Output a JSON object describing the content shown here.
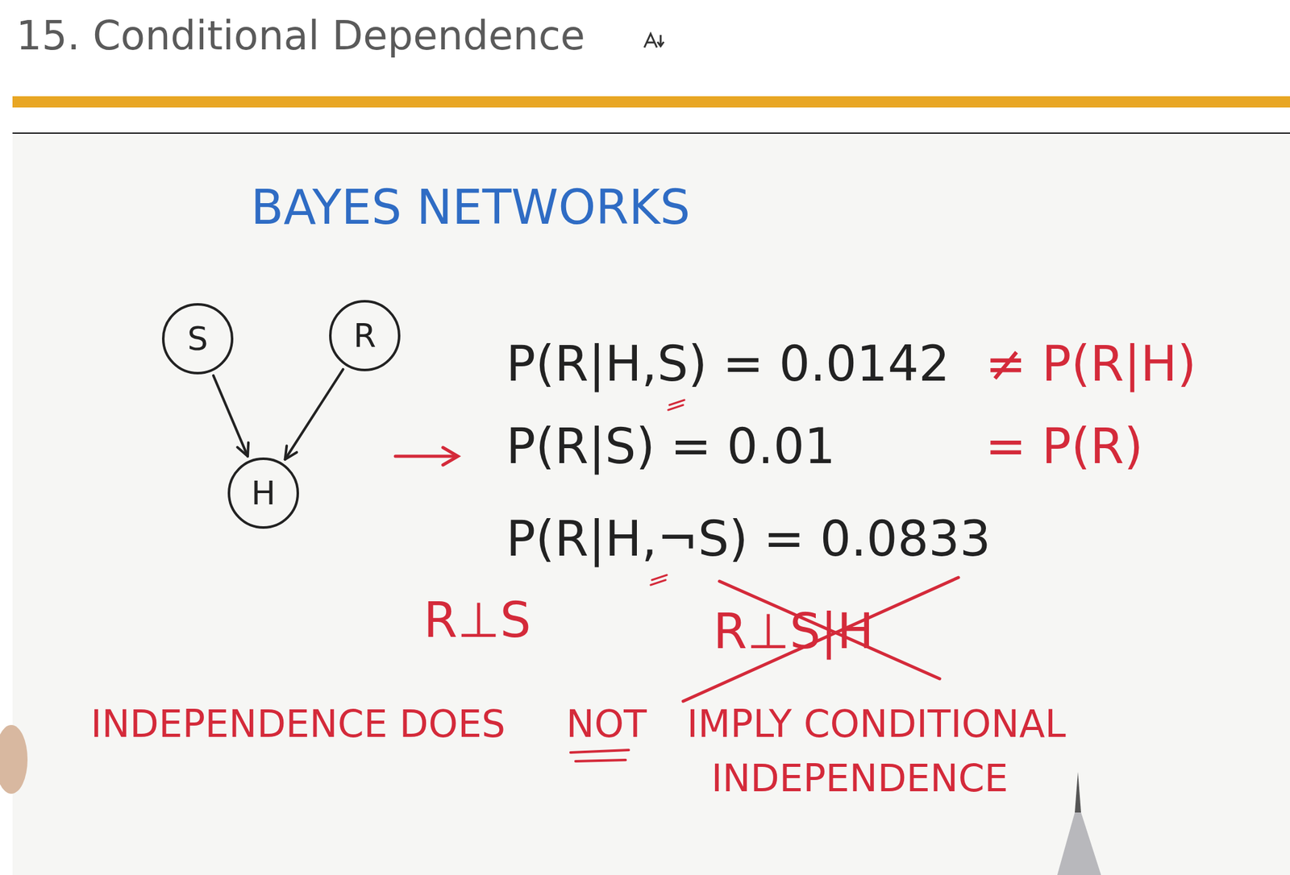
{
  "diagram": {
    "title": "15. Conditional Dependence",
    "nodes": [
      {
        "text": [
          "S"
        ]
      },
      {
        "text": [
          "R"
        ]
      },
      {
        "text": [
          "H"
        ]
      }
    ],
    "edges": [
      {
        "from": 0,
        "to": 2,
        "arrow": "to"
      },
      {
        "from": 1,
        "to": 2,
        "arrow": "to"
      }
    ],
    "labels": [
      "BAYES NETWORKS",
      "P(R|H,S) = 0.0142",
      "≠ P(R|H)",
      "P(R|S) = 0.01",
      "= P(R)",
      "P(R|H,¬S) = 0.0833",
      "R⊥S",
      "R⊥S|H",
      "INDEPENDENCE DOES",
      "NOT",
      "IMPLY CONDITIONAL",
      "INDEPENDENCE"
    ]
  }
}
